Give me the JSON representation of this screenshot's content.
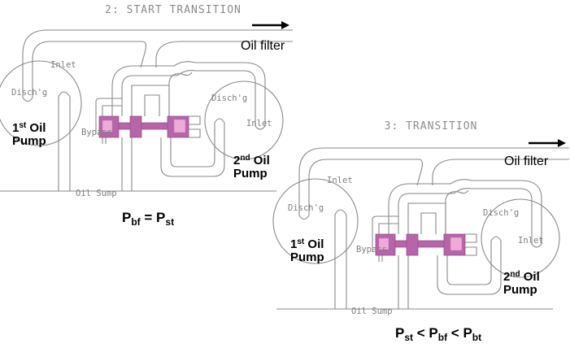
{
  "panels": [
    {
      "title": "2: START TRANSITION",
      "oil_filter_label": "Oil filter",
      "pump1": {
        "label_num": "1",
        "label_sup": "st",
        "label_rest": " Oil",
        "label_line2": "Pump",
        "inlet": "Inlet",
        "discharge": "Disch'g"
      },
      "pump2": {
        "label_num": "2",
        "label_sup": "nd",
        "label_rest": " Oil",
        "label_line2": "Pump",
        "inlet": "Inlet",
        "discharge": "Disch'g"
      },
      "bypass_label": "Bypass",
      "sump_label": "Oil Sump",
      "equation": {
        "p1": "P",
        "s1": "bf",
        "op1": " = ",
        "p2": "P",
        "s2": "st"
      }
    },
    {
      "title": "3: TRANSITION",
      "oil_filter_label": "Oil filter",
      "pump1": {
        "label_num": "1",
        "label_sup": "st",
        "label_rest": " Oil",
        "label_line2": "Pump",
        "inlet": "Inlet",
        "discharge": "Disch'g"
      },
      "pump2": {
        "label_num": "2",
        "label_sup": "nd",
        "label_rest": " Oil",
        "label_line2": "Pump",
        "inlet": "Inlet",
        "discharge": "Disch'g"
      },
      "bypass_label": "Bypass",
      "sump_label": "Oil Sump",
      "equation": {
        "p1": "P",
        "s1": "st",
        "op1": " < ",
        "p2": "P",
        "s2": "bf",
        "op2": " < ",
        "p3": "P",
        "s3": "bt"
      }
    }
  ],
  "colors": {
    "valve_dark": "#b565a8",
    "valve_light": "#eeaad8",
    "line": "#8a8a8a"
  }
}
